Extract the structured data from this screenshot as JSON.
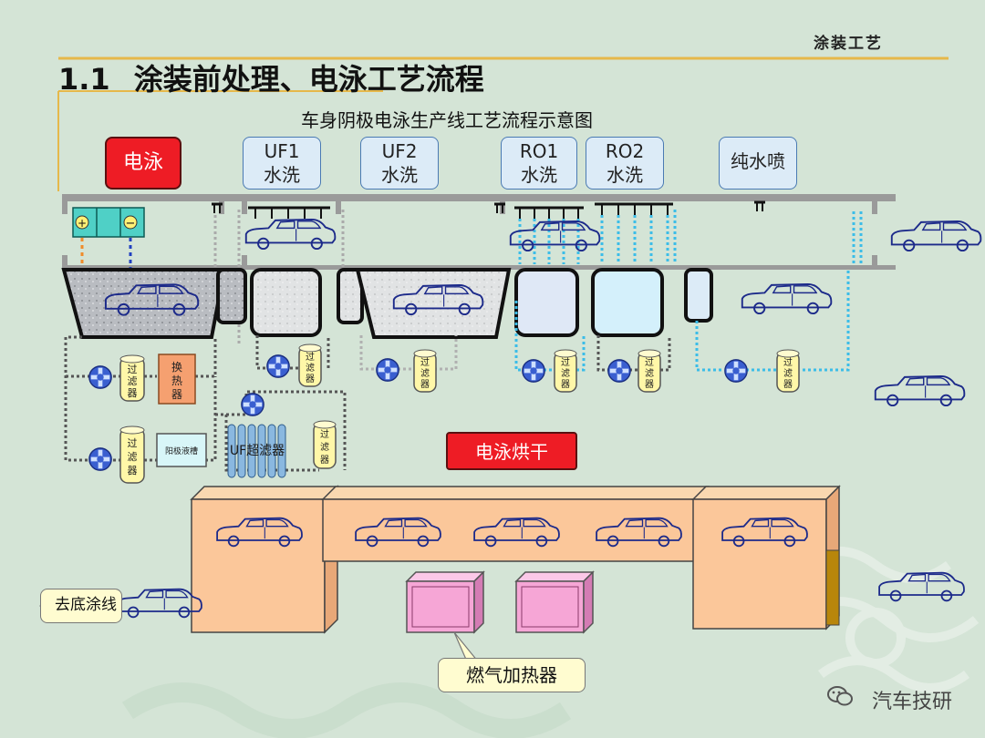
{
  "header": {
    "section_tag": "涂装工艺"
  },
  "page": {
    "title_num": "1.1",
    "title_text": "涂装前处理、电泳工艺流程",
    "subtitle": "车身阴极电泳生产线工艺流程示意图"
  },
  "stages": [
    {
      "id": "ed",
      "label": "电泳"
    },
    {
      "id": "uf1",
      "line1": "UF1",
      "line2": "水洗"
    },
    {
      "id": "uf2",
      "line1": "UF2",
      "line2": "水洗"
    },
    {
      "id": "ro1",
      "line1": "RO1",
      "line2": "水洗"
    },
    {
      "id": "ro2",
      "line1": "RO2",
      "line2": "水洗"
    },
    {
      "id": "pure",
      "label": "纯水喷"
    }
  ],
  "equipment": {
    "filter_chars": [
      "过",
      "滤",
      "器"
    ],
    "heat_exchanger_chars": [
      "换",
      "热",
      "器"
    ],
    "anolyte_tank": "阳极液槽",
    "uf_unit": "UF超滤器",
    "plus_sign": "+",
    "minus_sign": "−"
  },
  "oven": {
    "label": "电泳烘干"
  },
  "callouts": {
    "to_primer": "去底涂线",
    "gas_heater": "燃气加热器"
  },
  "watermark": {
    "icon": "wechat-icon",
    "text": "汽车技研"
  },
  "colors": {
    "background": "#d4e4d6",
    "accent_red": "#ee1c25",
    "stage_blue": "#dcebf7",
    "oven_fill": "#fbc79a",
    "heater_fill": "#f6a6d6",
    "filter_fill": "#fff7a8",
    "pump_blue": "#3a5fd0",
    "pipe_dark": "#555555",
    "pipe_cyan": "#3bbde8",
    "heat_exchanger_fill": "#f5a070",
    "car_outline": "#1c2a8a",
    "header_rule": "#e6b84a"
  }
}
